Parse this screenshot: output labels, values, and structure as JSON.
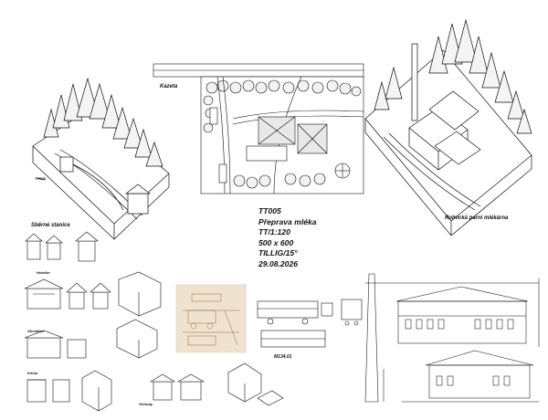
{
  "title_block": {
    "code": "TT005",
    "name": "Přeprava mléka",
    "scale": "TT/1:120",
    "size": "500 x 600",
    "maker": "TILLIG/15°",
    "date": "29.08.2026"
  },
  "labels": {
    "kazeta": "Kazeta",
    "dairy": "Rolnická parní mlékárna",
    "collection_station": "Sběrné stanice",
    "subhead_1": "Hoteller",
    "subhead_2": "Stovätten",
    "subhead_3": "Kôlna",
    "subhead_4": "Strhody",
    "locomotive_code": "M134.01"
  },
  "colors": {
    "ink": "#111111",
    "paper": "#ffffff",
    "sepia_bg": "#efe3cf",
    "sepia_ink": "#8a6a4a"
  }
}
